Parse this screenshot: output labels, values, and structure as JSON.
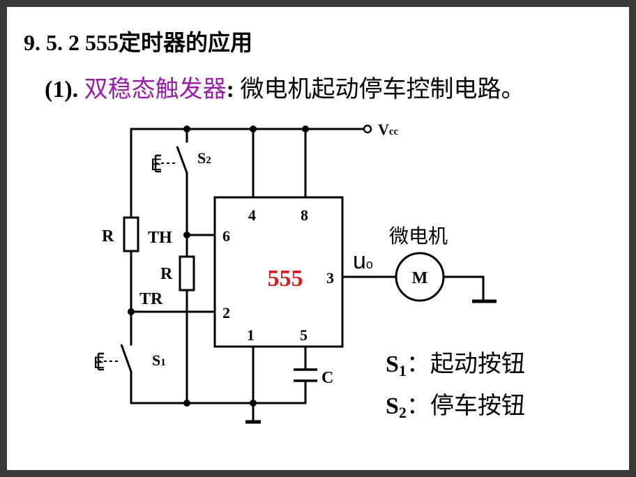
{
  "slide": {
    "title": "9. 5. 2  555定时器的应用",
    "subtitle": {
      "number": "(1).",
      "highlight": "双稳态触发器",
      "colon": ":",
      "rest": " 微电机起动停车控制电路。"
    },
    "colors": {
      "highlight": "#9a1ca8",
      "chip_label": "#d62020",
      "background": "#ffffff",
      "frame": "#3a3a3a"
    }
  },
  "circuit": {
    "chip_label": "555",
    "pins": {
      "p1": "1",
      "p2": "2",
      "p3": "3",
      "p4": "4",
      "p5": "5",
      "p6": "6",
      "p8": "8"
    },
    "labels": {
      "vcc_main": "V",
      "vcc_sub": "cc",
      "s2_main": "S",
      "s2_sub": "2",
      "s1_main": "S",
      "s1_sub": "1",
      "r_left": "R",
      "r_mid": "R",
      "th": "TH",
      "tr": "TR",
      "c": "C",
      "uo_main": "u",
      "uo_sub": "o",
      "motor_title": "微电机",
      "motor": "M",
      "switch_mark": "E"
    }
  },
  "legend": [
    {
      "main": "S",
      "sub": "1",
      "text": "：起动按钮"
    },
    {
      "main": "S",
      "sub": "2",
      "text": "：停车按钮"
    }
  ]
}
